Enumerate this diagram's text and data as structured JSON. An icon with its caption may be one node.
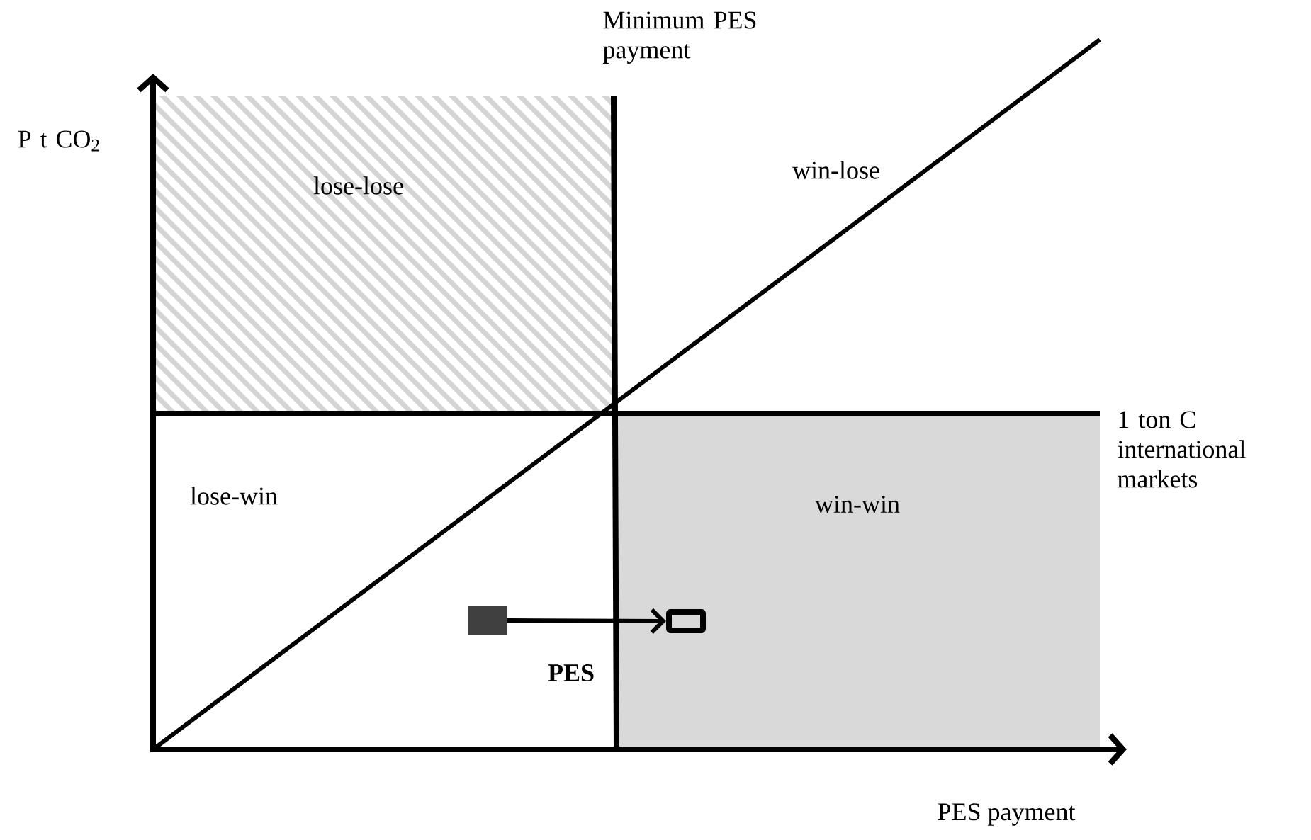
{
  "diagram": {
    "nodes": [
      {
        "text": [],
        "shape": "box"
      },
      {
        "text": [],
        "shape": "box"
      }
    ],
    "edges": [
      {
        "from": 0,
        "to": 1,
        "arrow": "to"
      }
    ],
    "labels": [
      "Minimum PES payment",
      "P t CO$_{2}$",
      "lose-lose",
      "win-lose",
      "1 ton C international markets",
      "lose-win",
      "win-win",
      "PES",
      "PES payment"
    ]
  }
}
